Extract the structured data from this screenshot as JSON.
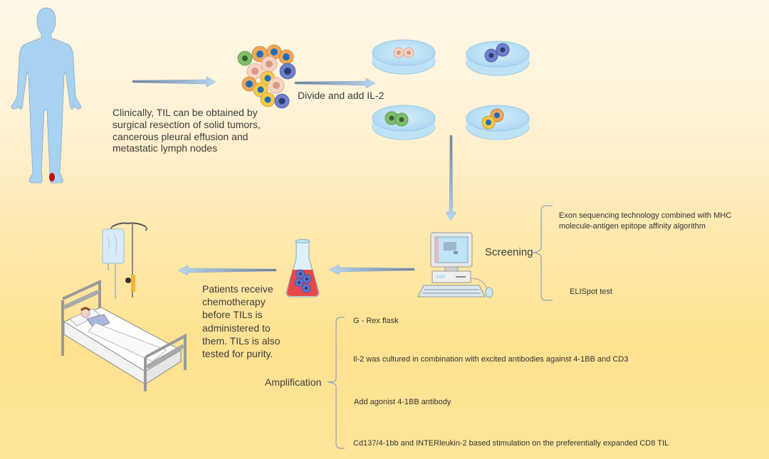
{
  "diagram": {
    "title_implied": "TIL therapy workflow",
    "colors": {
      "background_top": "#FFF8EA",
      "background_bottom": "#FFE290",
      "arrow_fill": "#A9CBF0",
      "body_fill": "#A8D2F2",
      "tumor_mark": "#C0101E",
      "bracket": "#8AA3B8"
    },
    "steps": {
      "source": {
        "label": "Clinically, TIL can be obtained by surgical resection of solid tumors, cancerous pleural effusion and metastatic lymph nodes",
        "lines": [
          "Clinically, TIL can be obtained by",
          "surgical resection of solid tumors,",
          "cancerous pleural effusion and",
          "metastatic lymph nodes"
        ]
      },
      "culture": {
        "arrow_label": "Divide and add IL-2"
      },
      "screening": {
        "label": "Screening",
        "methods": [
          {
            "lines": [
              "Exon sequencing technology combined with MHC",
              "molecule-antigen epitope affinity algorithm"
            ]
          },
          {
            "lines": [
              "ELISpot test"
            ]
          }
        ]
      },
      "amplification": {
        "label": "Amplification",
        "methods": [
          "G - Rex flask",
          "Il-2 was cultured in combination with excited antibodies against 4-1BB and CD3",
          "Add agonist 4-1BB antibody",
          "Cd137/4-1bb and INTERleukin-2 based stimulation on the preferentially expanded CD8 TIL"
        ]
      },
      "infusion": {
        "lines": [
          "Patients receive",
          "chemotherapy",
          "before TILs is",
          "administered to",
          "them. TILs is also",
          "tested for purity."
        ]
      }
    },
    "icons": [
      "human-body-icon",
      "tumor-cell-cluster-icon",
      "petri-dish-icon",
      "computer-icon",
      "flask-icon",
      "hospital-bed-icon",
      "iv-drip-icon"
    ]
  }
}
